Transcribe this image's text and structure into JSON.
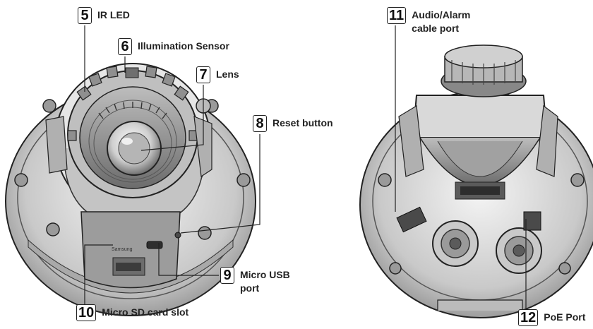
{
  "callouts": [
    {
      "id": "ir-led",
      "number": "5",
      "label": "IR LED"
    },
    {
      "id": "illumination-sensor",
      "number": "6",
      "label": "Illumination Sensor"
    },
    {
      "id": "lens",
      "number": "7",
      "label": "Lens"
    },
    {
      "id": "reset-button",
      "number": "8",
      "label": "Reset button"
    },
    {
      "id": "micro-usb-port",
      "number": "9",
      "label": "Micro USB port"
    },
    {
      "id": "micro-sd-card-slot",
      "number": "10",
      "label": "Micro SD card slot"
    },
    {
      "id": "audio-alarm-cable-port",
      "number": "11",
      "label": "Audio/Alarm cable port"
    },
    {
      "id": "poe-port",
      "number": "12",
      "label": "PoE Port"
    }
  ],
  "colors": {
    "line": "#222222",
    "metal": "#8a8a8a",
    "dark": "#3a3a3a",
    "light": "#d8d8d8"
  }
}
